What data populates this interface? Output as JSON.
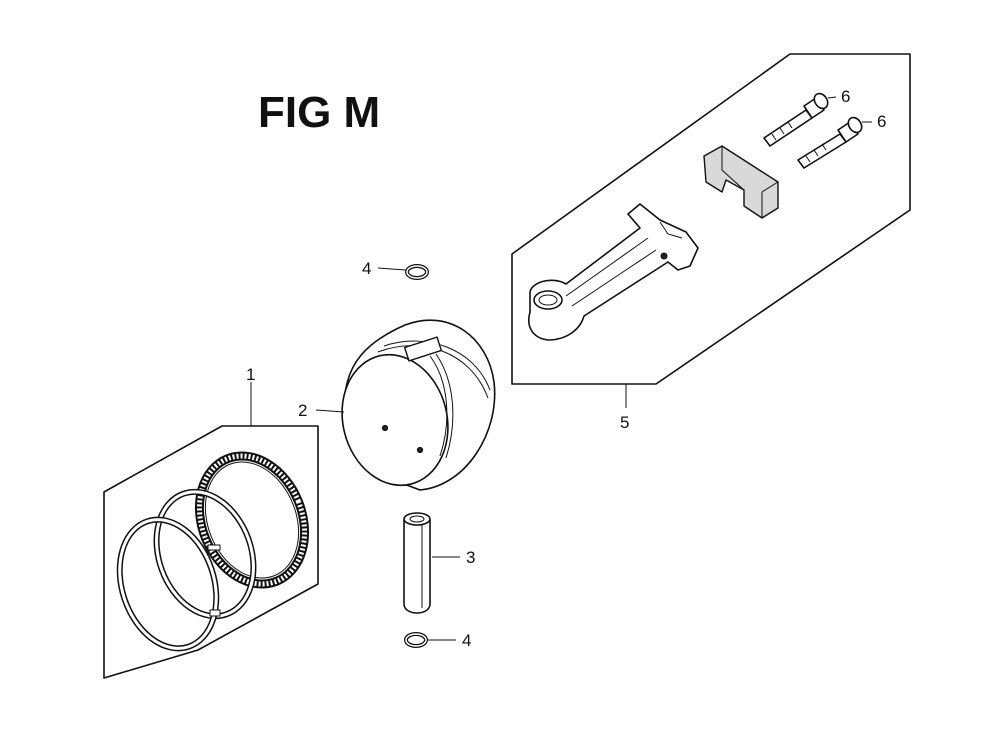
{
  "title": "FIG M",
  "callouts": {
    "piston_rings": "1",
    "piston": "2",
    "piston_pin": "3",
    "clip_upper": "4",
    "clip_lower": "4",
    "connecting_rod": "5",
    "bolt_upper": "6",
    "bolt_lower": "6"
  }
}
